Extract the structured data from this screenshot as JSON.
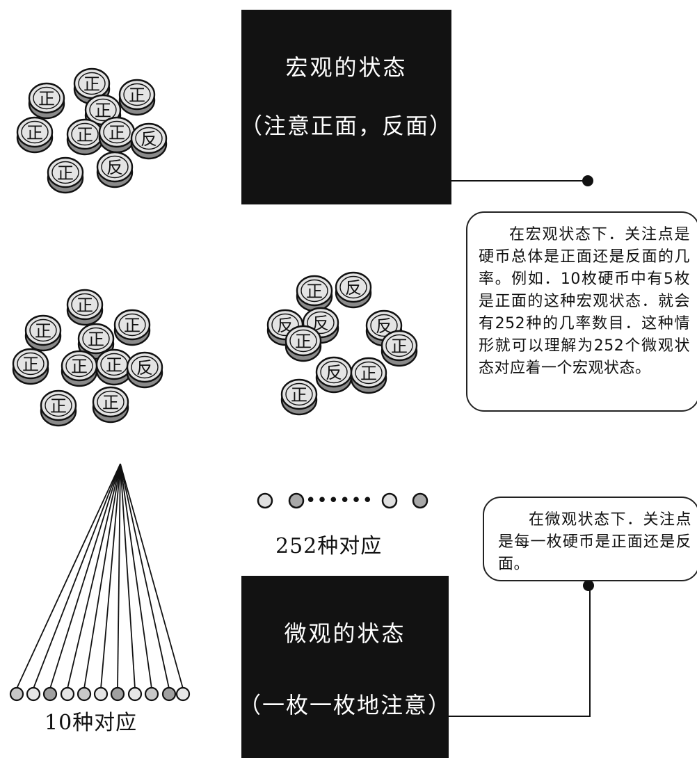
{
  "macro_panel": {
    "title": "宏观的状态",
    "subtitle": "（注意正面，反面）"
  },
  "micro_panel": {
    "title": "微观的状态",
    "subtitle": "（一枚一枚地注意）"
  },
  "callouts": {
    "macro": "在宏观状态下．关注点是硬币总体是正面还是反面的几率。例如．10枚硬币中有5枚是正面的这种宏观状态．就会有252种的几率数目．这种情形就可以理解为252个微观状态对应着一个宏观状态。",
    "micro": "在微观状态下．关注点是每一枚硬币是正面还是反面。"
  },
  "captions": {
    "mid": "252种对应",
    "left": "10种对应"
  },
  "coin_labels": {
    "heads": "正",
    "tails": "反"
  },
  "coin_groups": {
    "top_left": [
      "正",
      "正",
      "正",
      "正",
      "正",
      "正",
      "正",
      "反",
      "正",
      "反"
    ],
    "middle_left": [
      "正",
      "正",
      "正",
      "正",
      "正",
      "正",
      "正",
      "反",
      "正",
      "正"
    ],
    "middle_center": [
      "正",
      "反",
      "反",
      "反",
      "正",
      "反",
      "正",
      "反",
      "正",
      "正"
    ]
  },
  "dots_row": {
    "separator": "••••••"
  },
  "colors": {
    "panel": "#121212",
    "coin_face": "#e4e4e4",
    "coin_edge": "#8a8a8a",
    "line": "#111111"
  }
}
